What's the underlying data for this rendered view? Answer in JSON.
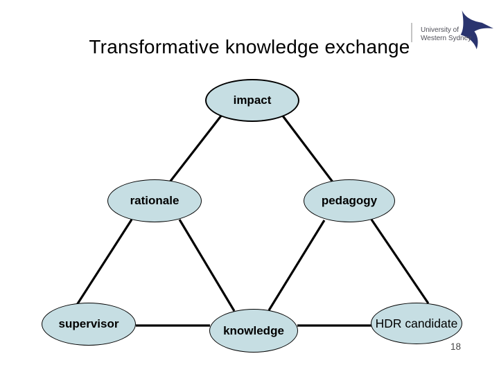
{
  "slide": {
    "title": "Transformative knowledge exchange",
    "page_number": "18",
    "background_color": "#ffffff"
  },
  "logo": {
    "name": "University of Western Sydney",
    "line1": "University of",
    "line2": "Western Sydney",
    "bird_color": "#2a346f",
    "text_color": "#4e4e57"
  },
  "diagram": {
    "node_fill_color": "#c6dee3",
    "node_border_color": "#000000",
    "connector_color": "#000000",
    "nodes": [
      {
        "id": "impact",
        "label": "impact",
        "row": "top"
      },
      {
        "id": "rationale",
        "label": "rationale",
        "row": "middle"
      },
      {
        "id": "pedagogy",
        "label": "pedagogy",
        "row": "middle"
      },
      {
        "id": "supervisor",
        "label": "supervisor",
        "row": "bottom"
      },
      {
        "id": "knowledge",
        "label": "knowledge",
        "row": "bottom"
      },
      {
        "id": "hdr_candidate",
        "label": "HDR candidate",
        "row": "bottom"
      }
    ],
    "edges": [
      {
        "from": "impact",
        "to": "rationale"
      },
      {
        "from": "impact",
        "to": "pedagogy"
      },
      {
        "from": "rationale",
        "to": "supervisor"
      },
      {
        "from": "rationale",
        "to": "knowledge"
      },
      {
        "from": "pedagogy",
        "to": "knowledge"
      },
      {
        "from": "pedagogy",
        "to": "hdr_candidate"
      },
      {
        "from": "supervisor",
        "to": "knowledge"
      },
      {
        "from": "knowledge",
        "to": "hdr_candidate"
      }
    ]
  }
}
